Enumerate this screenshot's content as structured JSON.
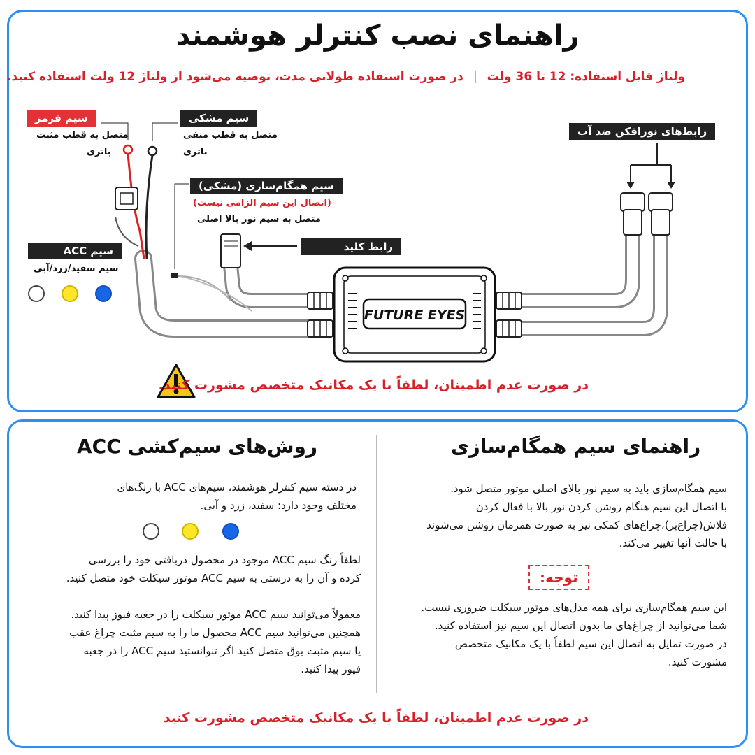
{
  "top": {
    "title": "راهنمای نصب کنترلر هوشمند",
    "voltage_range": "ولتاژ قابل استفاده: 12 تا 36 ولت",
    "voltage_separator": "|",
    "voltage_advice": "در صورت استفاده طولانی مدت، توصیه می‌شود از ولتاژ 12 ولت استفاده کنید.",
    "red_wire_label": "سیم قرمز",
    "red_wire_note_1": "متصل به قطب مثبت",
    "red_wire_note_2": "باتری",
    "black_wire_label": "سیم مشکی",
    "black_wire_note_1": "متصل به قطب منفی",
    "black_wire_note_2": "باتری",
    "sync_wire_label": "سیم همگام‌سازی (مشکی)",
    "sync_wire_optional": "(اتصال این سیم الزامی نیست)",
    "sync_wire_note": "متصل به سیم نور بالا اصلی",
    "acc_wire_label": "سیم ACC",
    "acc_wire_colors": "سیم سفید/زرد/آبی",
    "switch_label": "رابط کلید",
    "waterproof_label": "رابط‌های نورافکن ضد آب",
    "brand": "FUTURE EYES",
    "warning": "در صورت عدم اطمینان، لطفاً با یک مکانیک متخصص مشورت کنید."
  },
  "colors": {
    "white": "#ffffff",
    "yellow": "#ffe629",
    "blue": "#1766e8",
    "accent": "#2f8ff0",
    "red": "#d8202a"
  },
  "sync_guide": {
    "title": "راهنمای سیم همگام‌سازی",
    "p1_line1": "سیم همگام‌سازی باید به سیم نور بالای اصلی موتور متصل شود.",
    "p1_line2": "با اتصال این سیم هنگام روشن کردن نور بالا با فعال کردن",
    "p1_line3": "فلاش(چراغ‌پر)،چراغ‌های کمکی نیز به صورت همزمان روشن می‌شوند",
    "p1_line4": "با حالت آنها تغییر می‌کند.",
    "attention": "توجه:",
    "p2_line1": "این سیم همگام‌سازی برای همه مدل‌های موتور سیکلت ضروری نیست.",
    "p2_line2": "شما می‌توانید از چراغ‌های ما بدون اتصال این سیم نیز استفاده کنید.",
    "p2_line3": "در صورت تمایل به اتصال این سیم لطفاً با یک مکانیک متخصص",
    "p2_line4": "مشورت کنید."
  },
  "acc_guide": {
    "title": "روش‌های سیم‌کشی ACC",
    "p1_line1": "در دسته سیم کنترلر هوشمند، سیم‌های ACC با رنگ‌های",
    "p1_line2": "مختلف وجود دارد: سفید، زرد و آبی.",
    "p2_line1": "لطفاً رنگ سیم ACC موجود در محصول دربافتی خود را بررسی",
    "p2_line2": "کرده و آن را به درستی به سیم ACC موتور سیکلت خود متصل کنید.",
    "p3_line1": "معمولاً می‌توانید سیم ACC موتور سیکلت را در جعبه فیوز پیدا کنید.",
    "p3_line2": "همچنین می‌توانید سیم ACC محصول ما را به سیم مثبت چراغ عقب",
    "p3_line3": "یا سیم مثبت بوق متصل کنید اگر تنوانستید سیم ACC را در جعبه",
    "p3_line4": "فیوز پیدا کنید."
  },
  "bottom_warning": "در صورت عدم اطمینان، لطفاً با یک مکانیک متخصص مشورت کنید"
}
